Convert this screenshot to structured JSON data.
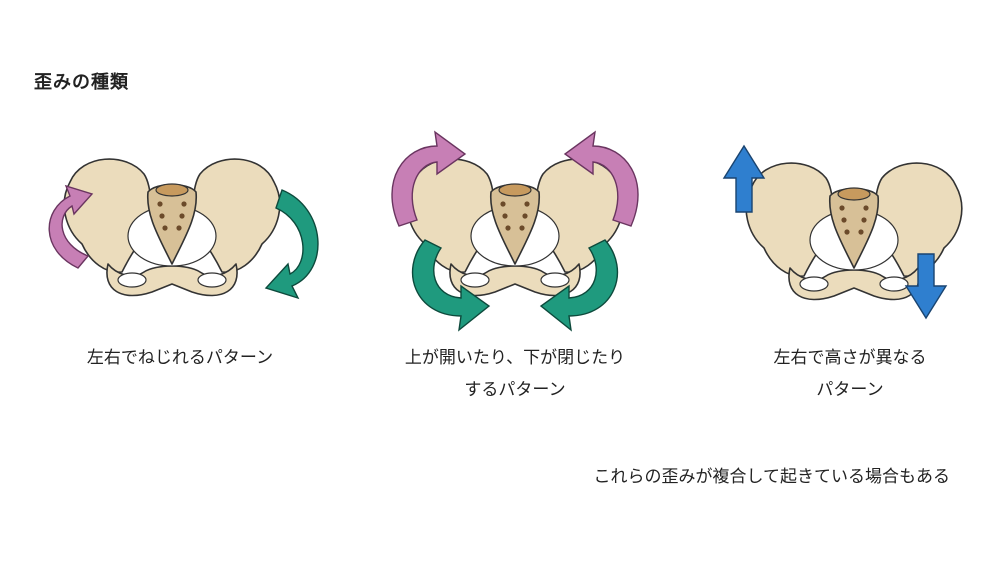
{
  "title": "歪みの種類",
  "panels": [
    {
      "caption_lines": [
        "左右でねじれるパターン"
      ]
    },
    {
      "caption_lines": [
        "上が開いたり、下が閉じたり",
        "するパターン"
      ]
    },
    {
      "caption_lines": [
        "左右で高さが異なる",
        "パターン"
      ]
    }
  ],
  "note": "これらの歪みが複合して起きている場合もある",
  "colors": {
    "bone": "#ebdcbc",
    "bone_shadow": "#d7c097",
    "outline": "#333333",
    "sacrum_hole": "#6b4a2a",
    "pink_arrow": "#c77fb5",
    "green_arrow": "#1f9a7e",
    "blue_arrow": "#2f7fcf"
  },
  "icons": [
    "pelvis-illustration",
    "curved-arrow-pink-icon",
    "curved-arrow-green-icon",
    "arrow-up-icon",
    "arrow-down-icon"
  ]
}
